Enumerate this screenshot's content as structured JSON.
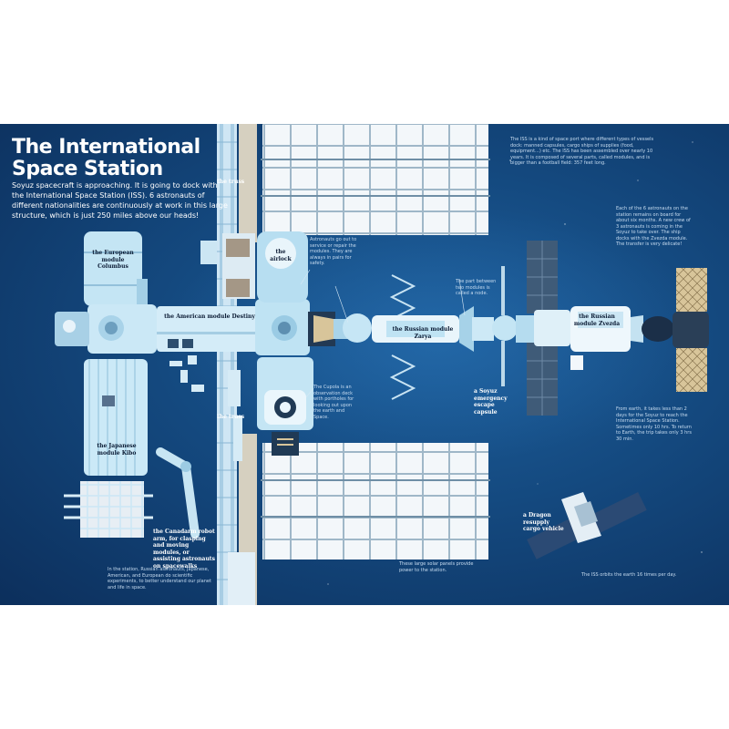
{
  "title_lines": [
    "The International",
    "Space Station"
  ],
  "intro": "Soyuz spacecraft is approaching. It is going to dock with the International Space Station (ISS). 6 astronauts of different nationalities are continuously at work in this large structure, which is just 250 miles above our heads!",
  "labels": {
    "truss_top": "the truss",
    "truss_bottom": "the truss",
    "columbus": "the European module Columbus",
    "airlock": "the airlock",
    "destiny": "the American module Destiny",
    "zarya": "the Russian module Zarya",
    "zvezda": "the Russian module Zvezda",
    "kibo": "the Japanese module Kibo",
    "soyuz_capsule": "a Soyuz emergency escape capsule",
    "canadarm": "the Canadarm robot arm, for clasping and moving modules, or assisting astronauts on spacewalks",
    "dragon": "a Dragon resupply cargo vehicle"
  },
  "captions": {
    "airlock_note": "Astronauts go out to service or repair the modules. They are always in pairs for safety.",
    "iss_top": "The ISS is a kind of space port where different types of vessels dock: manned capsules, cargo ships of supplies (food, equipment...) etc. The ISS has been assembled over nearly 10 years. It is composed of several parts, called modules, and is bigger than a football field: 357 feet long.",
    "node_note": "The part between two modules is called a node.",
    "crew_note": "Each of the 6 astronauts on the station remains on board for about six months. A new crew of 3 astronauts is coming in the Soyuz to take over. The ship docks with the Zvezda module. The transfer is very delicate!",
    "cupola_note": "The Cupola is an observation deck with portholes for looking out upon the earth and Space.",
    "soyuz_note": "From earth, it takes less than 2 days for the Soyuz to reach the International Space Station. Sometimes only 10 hrs. To return to Earth, the trip takes only 3 hrs 30 min.",
    "station_note": "In the station, Russian astronauts, Japanese, American, and European do scientific experiments, to better understand our planet and life in space.",
    "solar_note": "These large solar panels provide power to the station.",
    "orbit_note": "The ISS orbits the earth 16 times per day."
  },
  "colors": {
    "space_bg": "#14497f",
    "module": "#bfe3f3",
    "panel": "#f3f7fa",
    "heading": "#ffffff"
  }
}
